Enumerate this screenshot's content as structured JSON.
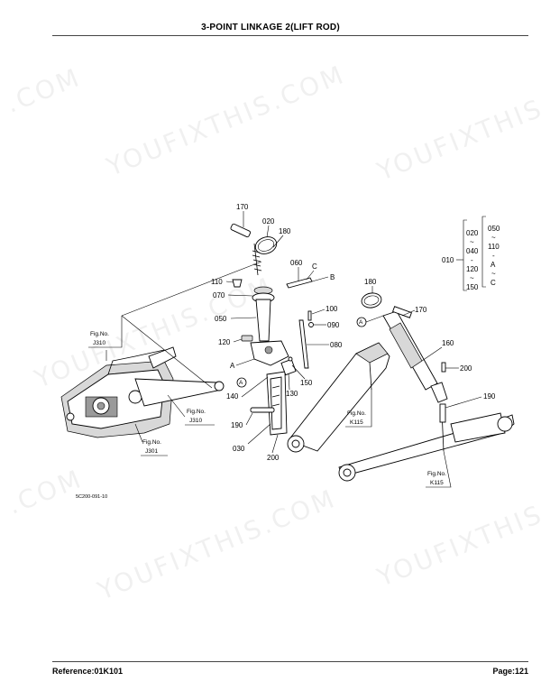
{
  "header": {
    "title": "3-POINT LINKAGE 2(LIFT ROD)"
  },
  "footer": {
    "reference": "Reference:01K101",
    "page": "Page:121"
  },
  "watermark": {
    "text": "YOUFIXTHIS.COM",
    "text_short": "YOUFIXTHIS",
    "text_com": ".COM"
  },
  "diagram": {
    "image_code": "5C200-091-10",
    "part_labels": {
      "p170a": "170",
      "p020": "020",
      "p180a": "180",
      "p060": "060",
      "pC": "C",
      "pB": "B",
      "p110": "110",
      "p070": "070",
      "p050": "050",
      "p100": "100",
      "p090": "090",
      "p120": "120",
      "p080": "080",
      "pA1": "A",
      "p140": "140",
      "pA2": "A",
      "p130": "130",
      "p150": "150",
      "p190a": "190",
      "p030": "030",
      "p200a": "200",
      "p180b": "180",
      "p170b": "170",
      "p160": "160",
      "p200b": "200",
      "p190b": "190",
      "pA3": "A"
    },
    "fig_refs": {
      "j310a": {
        "line1": "Fig.No.",
        "line2": "J310"
      },
      "j310b": {
        "line1": "Fig.No.",
        "line2": "J310"
      },
      "j301": {
        "line1": "Fig.No.",
        "line2": "J301"
      },
      "k115a": {
        "line1": "Fig.No.",
        "line2": "K115"
      },
      "k115b": {
        "line1": "Fig.No.",
        "line2": "K115"
      }
    },
    "assembly_010": {
      "label": "010",
      "col1": [
        "020",
        "~",
        "040",
        "-",
        "120",
        "~",
        "150"
      ],
      "col2": [
        "050",
        "~",
        "110",
        "-",
        "A",
        "~",
        "C"
      ]
    }
  }
}
